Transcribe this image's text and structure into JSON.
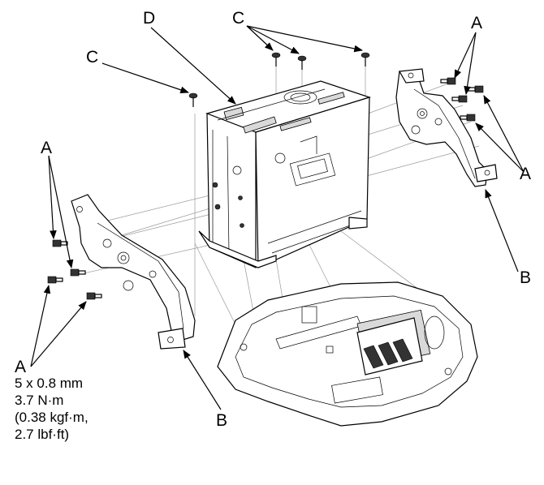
{
  "labels": {
    "a_top_right": "A",
    "a_right": "A",
    "a_left_upper": "A",
    "a_bottom_left": "A",
    "b_right": "B",
    "b_bottom": "B",
    "c_top_left": "C",
    "c_top": "C",
    "d_top": "D"
  },
  "spec": {
    "line1": "5 x 0.8 mm",
    "line2": "3.7 N·m",
    "line3": "(0.38 kgf·m,",
    "line4": "2.7 lbf·ft)"
  }
}
